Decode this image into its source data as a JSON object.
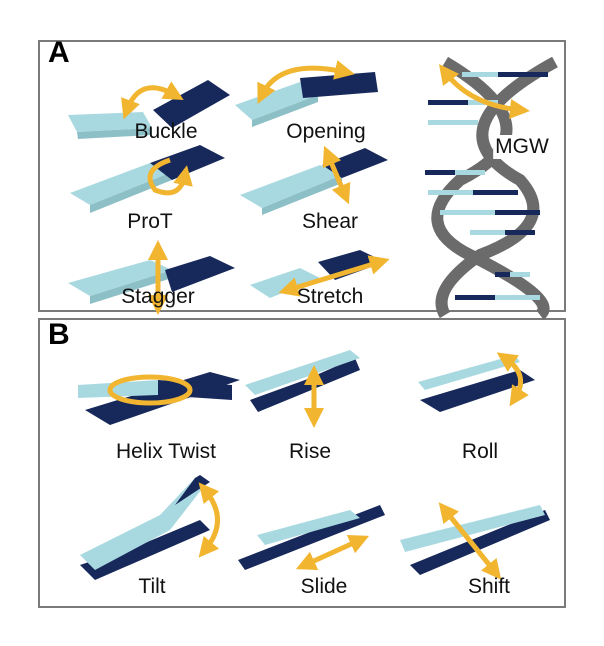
{
  "colors": {
    "light_block": "#a9d9e0",
    "light_block_side": "#8dbfc7",
    "dark_block": "#17285a",
    "dark_block_side": "#0e1a40",
    "arrow": "#f1b530",
    "helix": "#6b6b6b",
    "frame": "#7a7a7a"
  },
  "panelA": {
    "label": "A",
    "items": [
      {
        "name": "Buckle",
        "icon": "buckle-arrow"
      },
      {
        "name": "Opening",
        "icon": "opening-arrow"
      },
      {
        "name": "ProT",
        "icon": "propeller-twist-arrow"
      },
      {
        "name": "Shear",
        "icon": "shear-arrow"
      },
      {
        "name": "Stagger",
        "icon": "stagger-arrow"
      },
      {
        "name": "Stretch",
        "icon": "stretch-arrow"
      },
      {
        "name": "MGW",
        "icon": "dna-helix"
      }
    ]
  },
  "panelB": {
    "label": "B",
    "items": [
      {
        "name": "Helix Twist",
        "icon": "helix-twist-arrow"
      },
      {
        "name": "Rise",
        "icon": "rise-arrow"
      },
      {
        "name": "Roll",
        "icon": "roll-arrow"
      },
      {
        "name": "Tilt",
        "icon": "tilt-arrow"
      },
      {
        "name": "Slide",
        "icon": "slide-arrow"
      },
      {
        "name": "Shift",
        "icon": "shift-arrow"
      }
    ]
  }
}
